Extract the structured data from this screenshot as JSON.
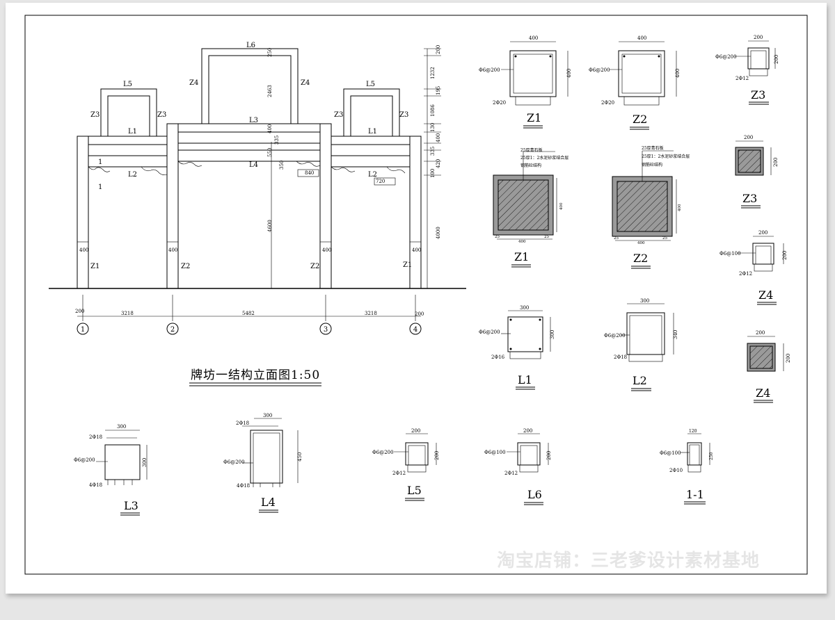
{
  "elevation": {
    "title": "牌坊一结构立面图1:50",
    "beam_labels": [
      "L6",
      "L5",
      "L5",
      "L3",
      "L1",
      "L1",
      "L4",
      "L2",
      "L2"
    ],
    "column_labels": [
      "Z4",
      "Z4",
      "Z3",
      "Z3",
      "Z3",
      "Z3",
      "Z1",
      "Z2",
      "Z2",
      "Z1"
    ],
    "vertical_dims": [
      "250",
      "2463",
      "400",
      "335",
      "550",
      "350",
      "4600",
      "400",
      "400",
      "400",
      "400"
    ],
    "right_dims": [
      "200",
      "1232",
      "195",
      "1086",
      "130",
      "400",
      "335",
      "420",
      "100",
      "4000"
    ],
    "horizontal_dims": [
      "200",
      "3218",
      "5482",
      "3218",
      "200"
    ],
    "callout_dims": [
      "840",
      "720"
    ],
    "section_marks": [
      "1",
      "1"
    ],
    "axes": [
      "1",
      "2",
      "3",
      "4"
    ]
  },
  "sections": {
    "z1": {
      "title": "Z1",
      "width": "400",
      "height": "400",
      "rebar_stirrup": "Φ6@200",
      "rebar_main": "2Φ20"
    },
    "z2": {
      "title": "Z2",
      "width": "400",
      "height": "400",
      "rebar_stirrup": "Φ6@200",
      "rebar_main": "2Φ20"
    },
    "z3": {
      "title": "Z3",
      "width": "200",
      "height": "200",
      "rebar_stirrup": "Φ6@200",
      "rebar_main": "2Φ12"
    },
    "z1b": {
      "title": "Z1",
      "note1": "25厚青石板",
      "note2": "25厚1：2水泥砂浆结合层",
      "note3": "钢筋砼结构",
      "dim_w": "400",
      "dim_h": "400",
      "edge_a": "25",
      "edge_b": "25"
    },
    "z2b": {
      "title": "Z2",
      "note1": "25厚青石板",
      "note2": "25厚1：2水泥砂浆结合层",
      "note3": "钢筋砼结构",
      "dim_w": "400",
      "dim_h": "400",
      "edge_a": "25",
      "edge_b": "25"
    },
    "z3b": {
      "title": "Z3",
      "width": "200",
      "height": "200"
    },
    "z4": {
      "title": "Z4",
      "width": "200",
      "height": "200",
      "rebar_stirrup": "Φ6@100",
      "rebar_main": "2Φ12"
    },
    "z4b": {
      "title": "Z4",
      "width": "200",
      "height": "200"
    },
    "l1": {
      "title": "L1",
      "width": "300",
      "height": "300",
      "rebar_stirrup": "Φ6@200",
      "rebar_main": "2Φ16"
    },
    "l2": {
      "title": "L2",
      "width": "300",
      "height": "340",
      "rebar_stirrup": "Φ6@200",
      "rebar_main": "2Φ18"
    },
    "l3": {
      "title": "L3",
      "width": "300",
      "height": "300",
      "rebar_top": "2Φ18",
      "rebar_stirrup": "Φ6@200",
      "rebar_bottom": "4Φ18"
    },
    "l4": {
      "title": "L4",
      "width": "300",
      "height": "450",
      "rebar_top": "2Φ18",
      "rebar_stirrup": "Φ6@200",
      "rebar_bottom": "4Φ18"
    },
    "l5": {
      "title": "L5",
      "width": "200",
      "height": "200",
      "rebar_stirrup": "Φ6@200",
      "rebar_main": "2Φ12"
    },
    "l6": {
      "title": "L6",
      "width": "200",
      "height": "200",
      "rebar_stirrup": "Φ6@100",
      "rebar_main": "2Φ12"
    },
    "s11": {
      "title": "1-1",
      "width": "120",
      "height": "250",
      "rebar_stirrup": "Φ6@100",
      "rebar_main": "2Φ10"
    }
  },
  "watermark": "淘宝店铺：三老爹设计素材基地"
}
